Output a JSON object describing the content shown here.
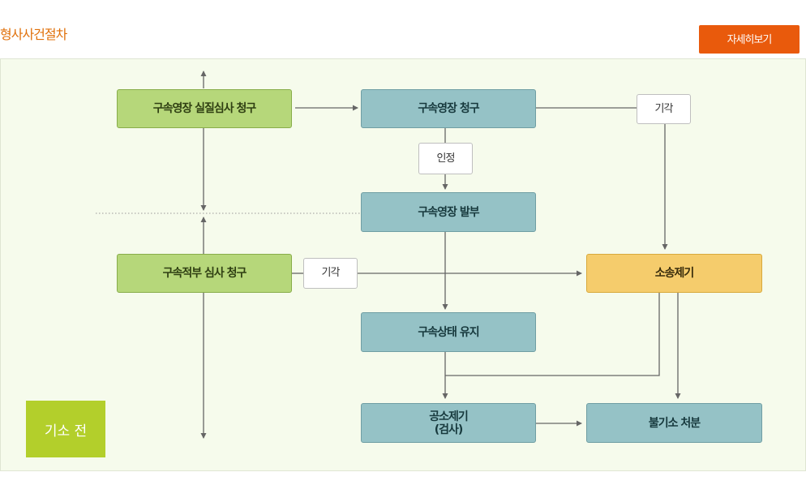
{
  "page_title": "형사사건절차",
  "detail_button": "자세히보기",
  "stage_label": "기소 전",
  "nodes": {
    "arrest_review_request": "구속영장 실질심사 청구",
    "warrant_request": "구속영장 청구",
    "accepted": "인정",
    "rejected_top": "기각",
    "warrant_issued": "구속영장 발부",
    "legality_review_request": "구속적부 심사 청구",
    "rejected_mid": "기각",
    "extinguished": "소송제기",
    "detention_maintained": "구속상태 유지",
    "indictment_line1": "공소제기",
    "indictment_line2": "(검사)",
    "non_prosecution": "불기소 처분"
  },
  "colors": {
    "title": "#e0700a",
    "button": "#e95a0c",
    "green_box": "#b6d77a",
    "teal_box": "#95c2c6",
    "yellow_box": "#f5cc6c",
    "stage_badge": "#b3cf2b",
    "line": "#666666"
  }
}
